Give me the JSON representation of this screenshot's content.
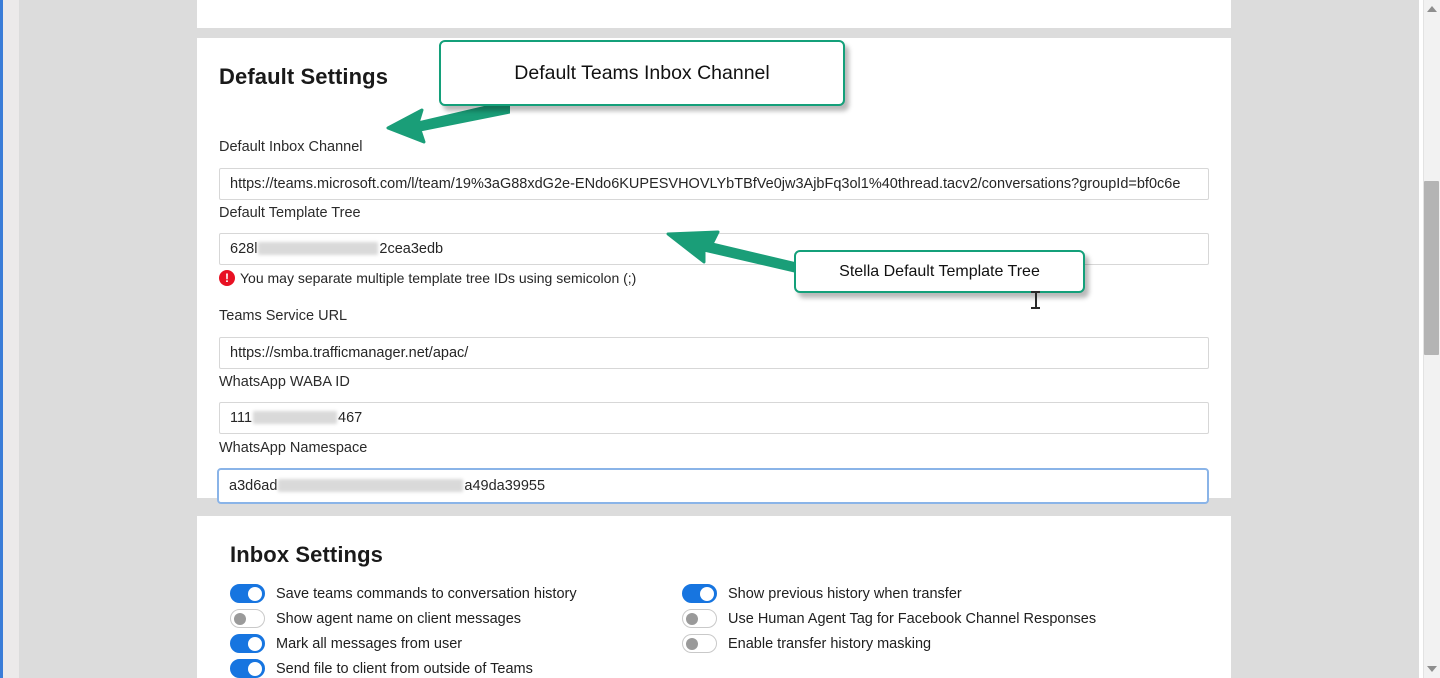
{
  "theme": {
    "accent_blue": "#1775e0",
    "callout_green": "#14a07a",
    "error_red": "#e81123",
    "page_bg": "#dcdcdc",
    "card_bg": "#ffffff",
    "focus_border": "#8ab4e8"
  },
  "default_settings": {
    "title": "Default Settings",
    "fields": [
      {
        "label": "Default Inbox Channel",
        "value": "https://teams.microsoft.com/l/team/19%3aG88xdG2e-ENdo6KUPESVHOVLYbTBfVe0jw3AjbFq3ol1%40thread.tacv2/conversations?groupId=bf0c6e",
        "redacted": false,
        "focused": false
      },
      {
        "label": "Default Template Tree",
        "value_prefix": "628l",
        "value_suffix": "2cea3edb",
        "redacted": true,
        "focused": false
      },
      {
        "label": "Teams Service URL",
        "value": "https://smba.trafficmanager.net/apac/",
        "redacted": false,
        "focused": false
      },
      {
        "label": "WhatsApp WABA ID",
        "value_prefix": "111",
        "value_suffix": "467",
        "redacted": true,
        "focused": false
      },
      {
        "label": "WhatsApp Namespace",
        "value_prefix": "a3d6ad",
        "value_suffix": "a49da39955",
        "redacted": true,
        "focused": true
      }
    ],
    "template_tree_hint": "You may separate multiple template tree IDs using semicolon (;)",
    "error_icon_glyph": "!"
  },
  "inbox_settings": {
    "title": "Inbox Settings",
    "left_column": [
      {
        "label": "Save teams commands to conversation history",
        "state": "on"
      },
      {
        "label": "Show agent name on client messages",
        "state": "off"
      },
      {
        "label": "Mark all messages from user",
        "state": "on"
      },
      {
        "label": "Send file to client from outside of Teams",
        "state": "on"
      }
    ],
    "right_column": [
      {
        "label": "Show previous history when transfer",
        "state": "on"
      },
      {
        "label": "Use Human Agent Tag for Facebook Channel Responses",
        "state": "off"
      },
      {
        "label": "Enable transfer history masking",
        "state": "off"
      }
    ]
  },
  "annotations": [
    {
      "id": "inbox-channel",
      "text": "Default Teams Inbox Channel"
    },
    {
      "id": "template-tree",
      "text": "Stella Default Template Tree"
    }
  ]
}
